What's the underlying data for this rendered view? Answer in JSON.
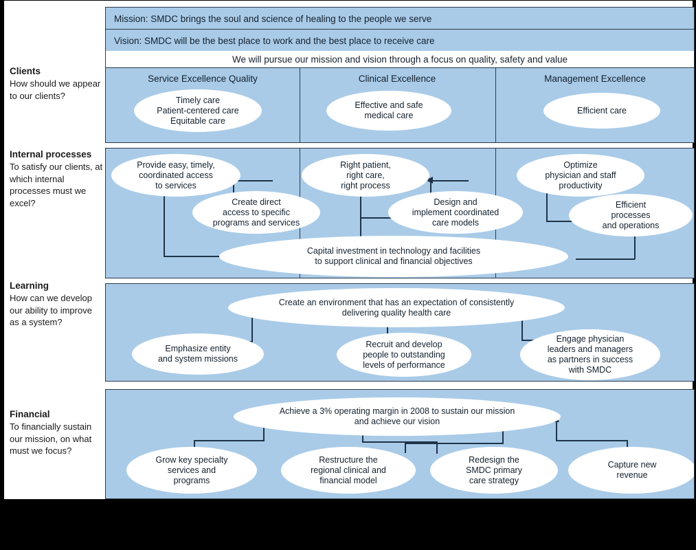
{
  "header": {
    "mission": "Mission: SMDC brings the soul and science of healing to the people we serve",
    "vision": "Vision: SMDC will be the best place to work and the best place to receive care",
    "tagline": "We will pursue our mission and vision through a focus on quality, safety and value"
  },
  "colors": {
    "panel_blue": "#a9cbe8",
    "oval_white": "#ffffff",
    "line_navy": "#1d3348",
    "border": "#2b3a4a",
    "page": "#ffffff",
    "outside": "#000000"
  },
  "perspectives": [
    {
      "title": "Clients",
      "question": "How should we appear to our clients?"
    },
    {
      "title": "Internal processes",
      "question": "To satisfy our clients, at which internal processes must we excel?"
    },
    {
      "title": "Learning",
      "question": "How can we develop our ability to improve as a system?"
    },
    {
      "title": "Financial",
      "question": "To financially sustain our mission, on what must we focus?"
    }
  ],
  "clients": {
    "columns": [
      {
        "header": "Service Excellence Quality",
        "oval": "Timely care\nPatient-centered care\nEquitable care"
      },
      {
        "header": "Clinical Excellence",
        "oval": "Effective and safe\nmedical care"
      },
      {
        "header": "Management Excellence",
        "oval": "Efficient care"
      }
    ]
  },
  "internal": {
    "ovals": [
      "Provide easy, timely,\ncoordinated access\nto services",
      "Create direct\naccess to specific\nprograms and services",
      "Right patient,\nright care,\nright process",
      "Design and\nimplement coordinated\ncare models",
      "Optimize\nphysician and staff\nproductivity",
      "Efficient\nprocesses\nand operations",
      "Capital investment in technology and facilities\nto support clinical and financial objectives"
    ]
  },
  "learning": {
    "ovals": [
      "Create an environment that has an expectation of consistently\ndelivering quality health care",
      "Emphasize entity\nand system missions",
      "Recruit and develop\npeople to outstanding\nlevels of performance",
      "Engage physician\nleaders and managers\nas partners in success\nwith SMDC"
    ]
  },
  "financial": {
    "ovals": [
      "Achieve a 3% operating margin in 2008 to sustain our mission\nand achieve our vision",
      "Grow key specialty\nservices and\nprograms",
      "Restructure the\nregional clinical and\nfinancial model",
      "Redesign the\nSMDC primary\ncare strategy",
      "Capture new\nrevenue"
    ]
  }
}
